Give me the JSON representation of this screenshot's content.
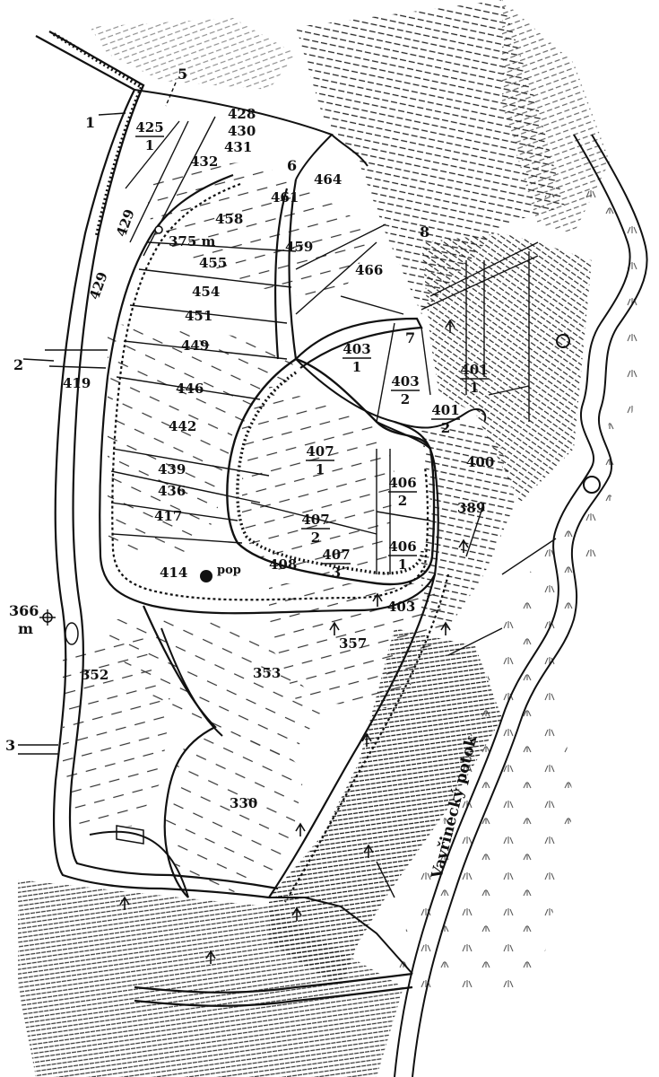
{
  "map": {
    "river_name": "Vavřinecký potok",
    "elevations": {
      "summit": "375 m",
      "west_point_value": "366",
      "west_point_unit": "m"
    },
    "profile_markers": [
      "1",
      "2",
      "3",
      "5",
      "6",
      "7",
      "8"
    ],
    "parcels": [
      "428",
      "430",
      "431",
      "432",
      "458",
      "461",
      "464",
      "459",
      "466",
      "429",
      "429",
      "455",
      "454",
      "451",
      "449",
      "446",
      "442",
      "439",
      "436",
      "417",
      "414",
      "408",
      "419",
      "400",
      "389",
      "357",
      "353",
      "352",
      "330",
      "403"
    ],
    "fraction_parcels": [
      {
        "num": "425",
        "den": "1"
      },
      {
        "num": "403",
        "den": "1"
      },
      {
        "num": "403",
        "den": "2"
      },
      {
        "num": "401",
        "den": "1"
      },
      {
        "num": "401",
        "den": "2"
      },
      {
        "num": "407",
        "den": "1"
      },
      {
        "num": "406",
        "den": "2"
      },
      {
        "num": "407",
        "den": "2"
      },
      {
        "num": "406",
        "den": "1"
      },
      {
        "num": "407",
        "den": "3"
      }
    ],
    "poi_label": "pop"
  }
}
